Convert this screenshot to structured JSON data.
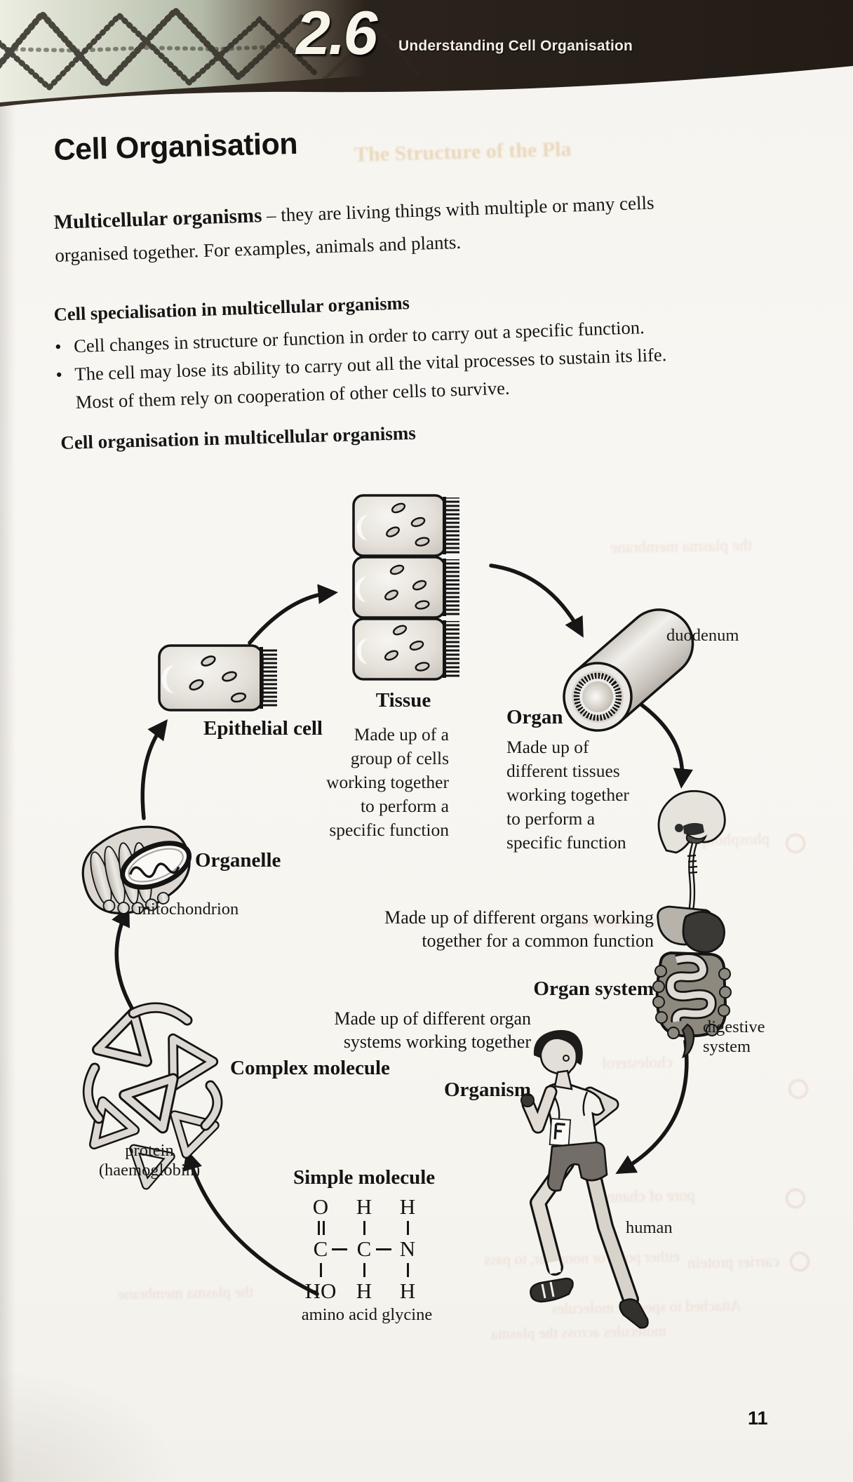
{
  "header": {
    "chapter_number": "2.6",
    "chapter_title": "Understanding Cell Organisation"
  },
  "page_title": "Cell Organisation",
  "intro": {
    "lead": "Multicellular organisms",
    "line1_rest": " – they are living things with multiple or many cells",
    "line2": "organised together. For examples, animals and plants."
  },
  "specialisation": {
    "heading": "Cell specialisation in multicellular organisms",
    "bullet_char": "•",
    "bullets": [
      {
        "text": "Cell changes in structure or function in order to carry out a specific function."
      },
      {
        "text": "The cell may lose its ability to carry out all the vital processes to sustain its life.\nMost of them rely on cooperation of other cells to survive."
      }
    ]
  },
  "diagram": {
    "heading": "Cell organisation in multicellular organisms",
    "epithelial_cell": {
      "label": "Epithelial cell"
    },
    "tissue": {
      "label": "Tissue",
      "description": "Made up of a\ngroup of cells\nworking together\nto perform a\nspecific function"
    },
    "organ": {
      "label": "Organ",
      "example": "duodenum",
      "description": "Made up of\ndifferent tissues\nworking together\nto perform a\nspecific function"
    },
    "organ_system": {
      "label": "Organ system",
      "example": "digestive\nsystem",
      "description": "Made up of different organs working\ntogether for a common function"
    },
    "organism": {
      "label": "Organism",
      "example": "human",
      "description": "Made up of different organ\nsystems working together"
    },
    "organelle": {
      "label": "Organelle",
      "example": "mitochondrion"
    },
    "complex_molecule": {
      "label": "Complex molecule",
      "example": "protein\n(haemoglobin)"
    },
    "simple_molecule": {
      "label": "Simple molecule",
      "caption": "amino acid glycine",
      "atoms": {
        "top_left": "O",
        "top_mid": "H",
        "top_right": "H",
        "mid_left": "C",
        "mid_mid": "C",
        "mid_right": "N",
        "bottom_left": "HO",
        "bottom_mid": "H",
        "bottom_right": "H"
      }
    }
  },
  "bleedthrough": {
    "heading": "The Structure of the Pla",
    "fragments": [
      {
        "text": "phospholipids"
      },
      {
        "text": "the plasma membrane"
      },
      {
        "text": "cholesterol"
      },
      {
        "text": "pore of channel"
      },
      {
        "text": "either polar or nonpolar, to pass"
      },
      {
        "text": "carrier protein"
      },
      {
        "text": "Attached to specific molecules"
      },
      {
        "text": "molecules across the plasma"
      },
      {
        "text": "the plasma membrane"
      }
    ]
  },
  "page_number": "11"
}
